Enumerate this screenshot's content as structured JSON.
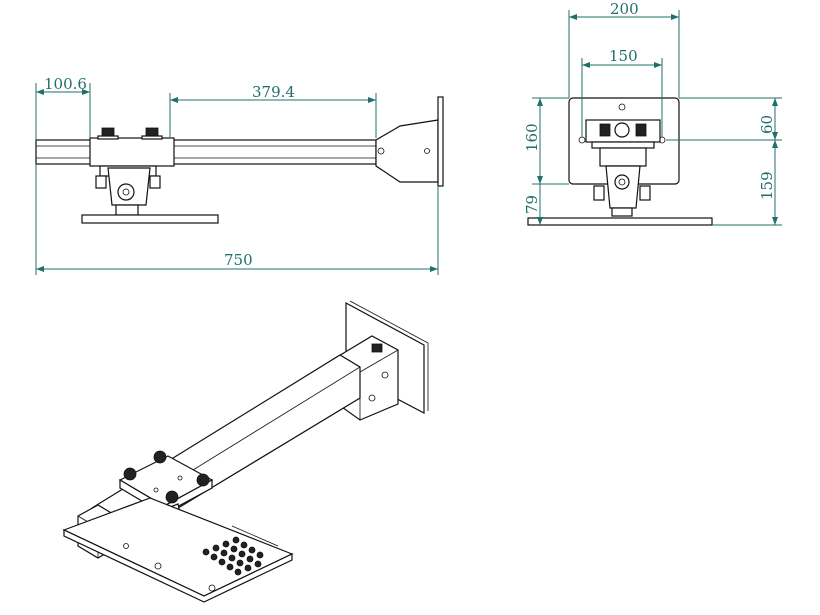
{
  "drawing": {
    "side_view": {
      "dims": {
        "offset": "100.6",
        "reach": "379.4",
        "total": "750"
      }
    },
    "front_view": {
      "dims": {
        "plate_width": "200",
        "hole_spacing": "150",
        "plate_height": "160",
        "upper_offset": "60",
        "lower_height": "159",
        "bottom_gap": "79"
      }
    }
  },
  "colors": {
    "dimension": "#1f6f6a",
    "line": "#111111"
  }
}
